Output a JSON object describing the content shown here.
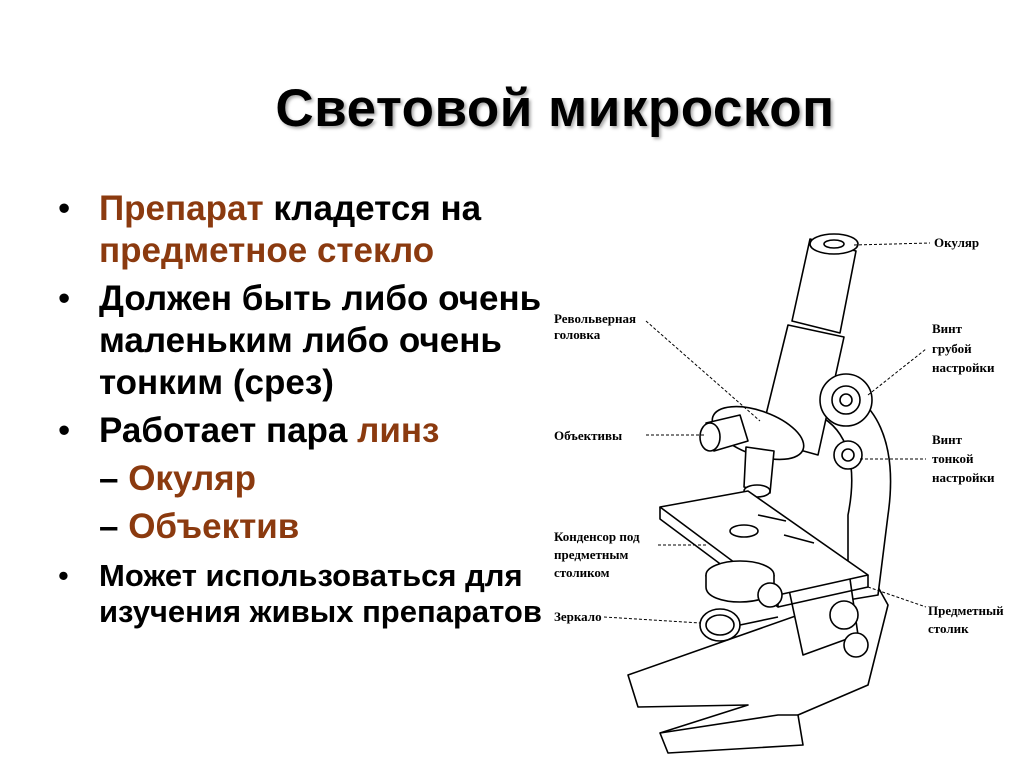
{
  "title": "Световой микроскоп",
  "bullets": [
    {
      "pre": "",
      "hl1": "Препарат",
      "mid": " кладется на ",
      "hl2": "предметное стекло"
    },
    {
      "text": "Должен быть либо очень маленьким либо очень тонким (срез)"
    },
    {
      "text": "Работает пара ",
      "hl": "линз"
    },
    {
      "dash": "– ",
      "hl": "Окуляр"
    },
    {
      "dash": "– ",
      "hl": "Объектив"
    },
    {
      "text": "Может использоваться для изучения живых препаратов"
    }
  ],
  "labels": {
    "eyepiece": "Окуляр",
    "turret_1": "Револьверная",
    "turret_2": "головка",
    "objectives": "Объективы",
    "coarse_1": "Винт",
    "coarse_2": "грубой",
    "coarse_3": "настройки",
    "fine_1": "Винт",
    "fine_2": "тонкой",
    "fine_3": "настройки",
    "condenser_1": "Конденсор под",
    "condenser_2": "предметным",
    "condenser_3": "столиком",
    "mirror": "Зеркало",
    "stage_1": "Предметный",
    "stage_2": "столик"
  },
  "colors": {
    "highlight": "#8b3a0f",
    "text": "#000000"
  }
}
